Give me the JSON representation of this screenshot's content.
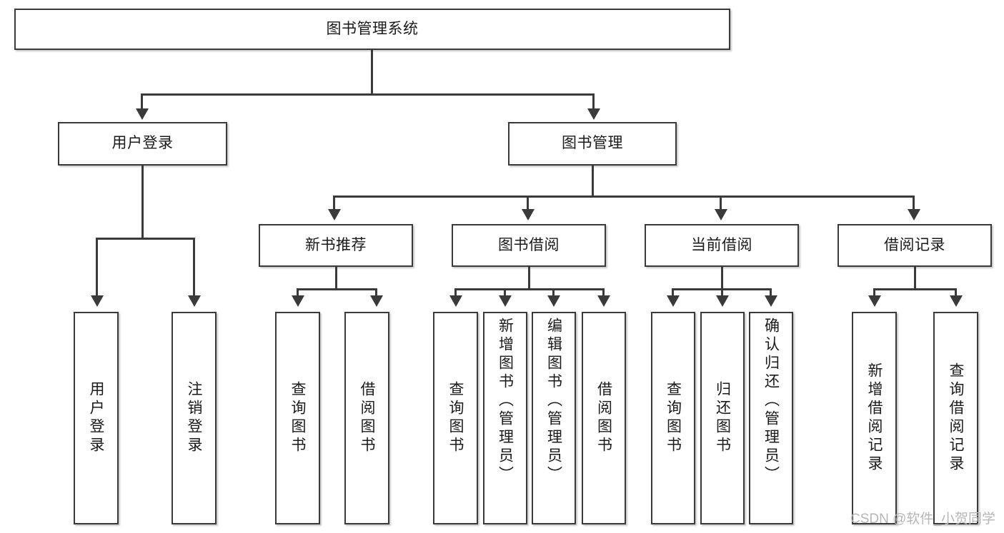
{
  "diagram": {
    "title": "图书管理系统",
    "type": "hierarchy-tree",
    "root": {
      "label": "图书管理系统"
    },
    "level2": [
      {
        "label": "用户登录"
      },
      {
        "label": "图书管理"
      }
    ],
    "level3": [
      {
        "label": "新书推荐"
      },
      {
        "label": "图书借阅"
      },
      {
        "label": "当前借阅"
      },
      {
        "label": "借阅记录"
      }
    ],
    "leaves": {
      "user_login": [
        {
          "label": "用户登录"
        },
        {
          "label": "注销登录"
        }
      ],
      "new_book": [
        {
          "label": "查询图书"
        },
        {
          "label": "借阅图书"
        }
      ],
      "book_borrow": [
        {
          "label": "查询图书"
        },
        {
          "label": "新增图书（管理员）"
        },
        {
          "label": "编辑图书（管理员）"
        },
        {
          "label": "借阅图书"
        }
      ],
      "current_borrow": [
        {
          "label": "查询图书"
        },
        {
          "label": "归还图书"
        },
        {
          "label": "确认归还（管理员）"
        }
      ],
      "borrow_record": [
        {
          "label": "新增借阅记录"
        },
        {
          "label": "查询借阅记录"
        }
      ]
    }
  },
  "watermark": {
    "text": "CSDN @软件_小贺同学"
  },
  "colors": {
    "stroke": "#3a3a3a",
    "text": "#1a1a1a",
    "background": "#ffffff",
    "watermark": "#b6b6b6"
  }
}
